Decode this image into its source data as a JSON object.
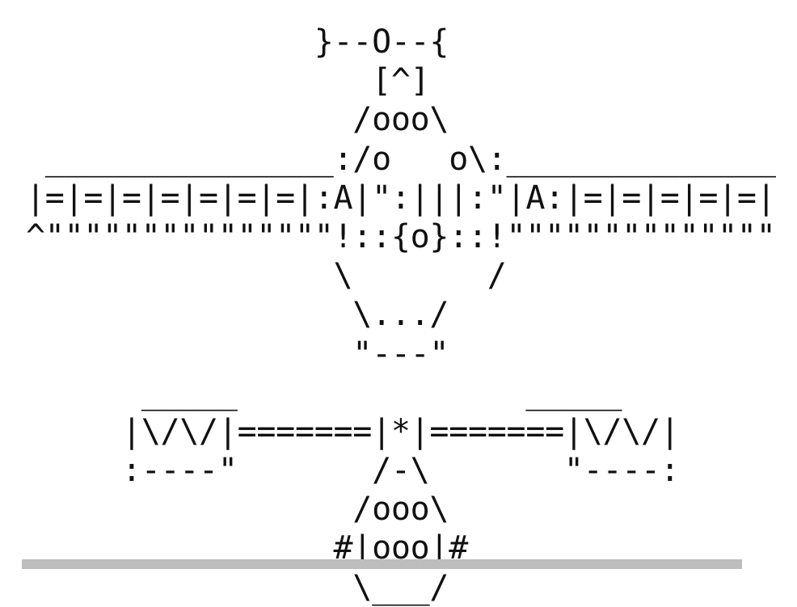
{
  "art": {
    "lines": [
      "               }--O--{",
      "                  [^]",
      "                 /ooo\\",
      " _______________:/o   o\\:_______________",
      "|=|=|=|=|=|=|=|:A|\":|||:\"|A:|=|=|=|=|=|=|:",
      "^\"\"\"\"\"\"\"\"\"\"\"\"\"\"\"!::{o}::!\"\"\"\"\"\"\"\"\"\"\"\"\"\"\"^",
      "                \\       /",
      "                 \\.../",
      "                 \"---\"",
      "      _____               _____",
      "     |\\/\\/|=======|*|=======|\\/\\/|",
      "     :----\"       /-\\       \"----:",
      "                 /ooo\\",
      "                #|ooo|#",
      "                 \\___/"
    ]
  },
  "colors": {
    "text": "#111111",
    "ground": "#bdbdbd",
    "background": "#ffffff"
  }
}
